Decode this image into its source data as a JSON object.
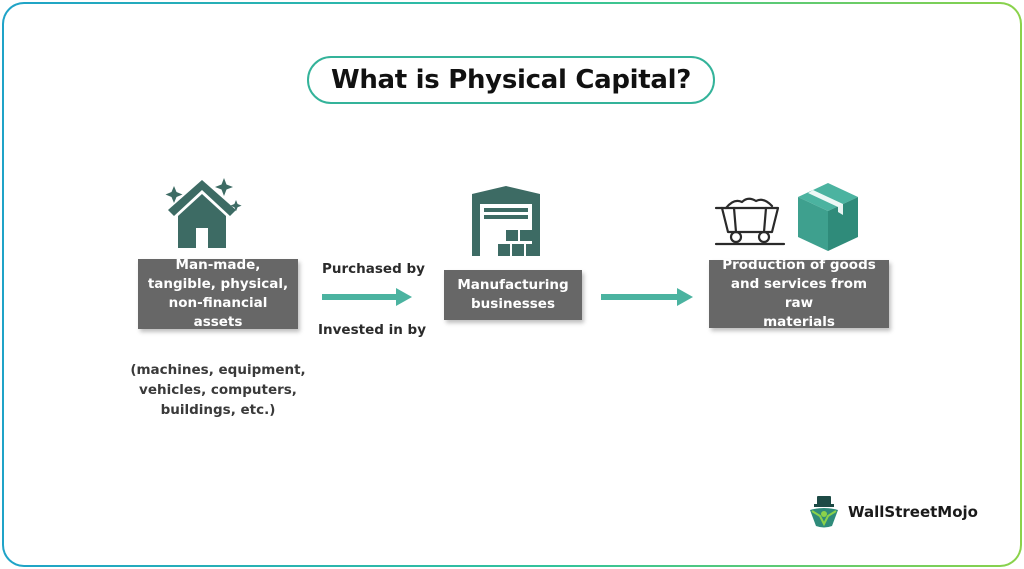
{
  "title": "What is Physical Capital?",
  "nodes": {
    "assets": "Man-made,\ntangible, physical,\nnon-financial assets",
    "manufacturing": "Manufacturing\nbusinesses",
    "production": "Production of goods\nand services from raw\nmaterials"
  },
  "edges": {
    "purchased_by": "Purchased by",
    "invested_in_by": "Invested in by"
  },
  "examples_note": "(machines, equipment,\nvehicles, computers,\nbuildings, etc.)",
  "brand": {
    "name": "WallStreetMojo"
  },
  "colors": {
    "icon_teal": "#3d6b64",
    "arrow_teal": "#4bb3a0",
    "box_gray": "#676767",
    "accent": "#34b39a"
  },
  "icons": [
    "house-sparkle-icon",
    "warehouse-icon",
    "mine-cart-icon",
    "package-box-icon"
  ]
}
